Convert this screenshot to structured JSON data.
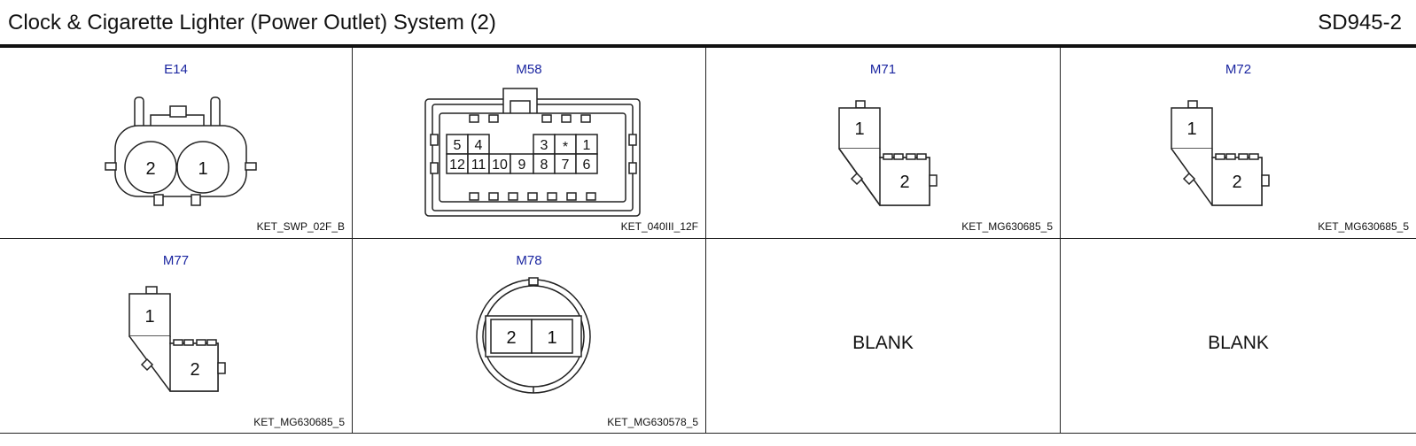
{
  "header": {
    "title": "Clock & Cigarette Lighter (Power Outlet) System (2)",
    "code": "SD945-2"
  },
  "connectors": [
    {
      "id": "E14",
      "part": "KET_SWP_02F_B",
      "pins": [
        "2",
        "1"
      ]
    },
    {
      "id": "M58",
      "part": "KET_040III_12F",
      "pins_top": [
        "5",
        "4",
        "",
        "",
        "3",
        "*",
        "1"
      ],
      "pins_bottom": [
        "12",
        "11",
        "10",
        "9",
        "8",
        "7",
        "6"
      ]
    },
    {
      "id": "M71",
      "part": "KET_MG630685_5",
      "pins": [
        "1",
        "2"
      ]
    },
    {
      "id": "M72",
      "part": "KET_MG630685_5",
      "pins": [
        "1",
        "2"
      ]
    },
    {
      "id": "M77",
      "part": "KET_MG630685_5",
      "pins": [
        "1",
        "2"
      ]
    },
    {
      "id": "M78",
      "part": "KET_MG630578_5",
      "pins": [
        "2",
        "1"
      ]
    },
    {
      "blank": "BLANK"
    },
    {
      "blank": "BLANK"
    }
  ]
}
